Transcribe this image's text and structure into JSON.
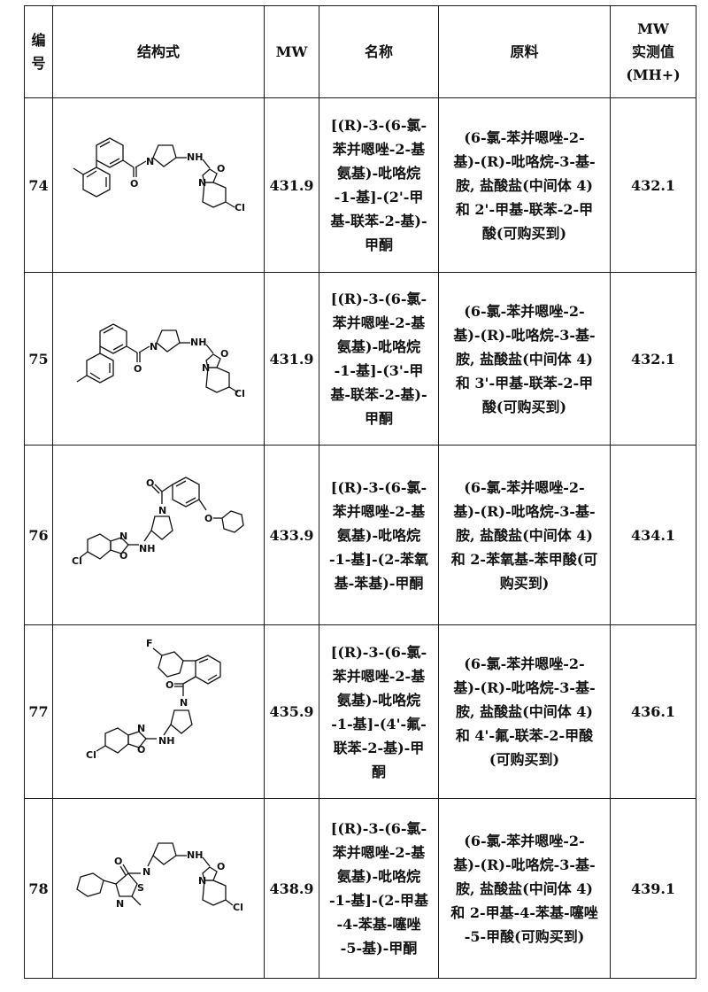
{
  "table": {
    "headers": {
      "num_line1": "编",
      "num_line2": "号",
      "structure": "结构式",
      "mw": "MW",
      "name": "名称",
      "material": "原料",
      "found_line1": "MW",
      "found_line2": "实测值",
      "found_line3": "(MH+)"
    },
    "rows": [
      {
        "num": "74",
        "mw": "431.9",
        "name_lines": [
          "[(R)-3-(6-氯-",
          "苯并嗯唑-2-基",
          "氨基)-吡咯烷",
          "-1-基]-(2'-甲",
          "基-联苯-2-基)-",
          "甲酮"
        ],
        "material_lines": [
          "(6-氯-苯并嗯唑-2-",
          "基)-(R)-吡咯烷-3-基-",
          "胺, 盐酸盐(中间体 4)",
          "和 2'-甲基-联苯-2-甲",
          "酸(可购买到)"
        ],
        "found": "432.1",
        "structure_labels": {
          "nh": "NH",
          "o": "O",
          "n": "N",
          "cl": "Cl",
          "carbonyl_o": "O",
          "ring_n": "N"
        }
      },
      {
        "num": "75",
        "mw": "431.9",
        "name_lines": [
          "[(R)-3-(6-氯-",
          "苯并嗯唑-2-基",
          "氨基)-吡咯烷",
          "-1-基]-(3'-甲",
          "基-联苯-2-基)-",
          "甲酮"
        ],
        "material_lines": [
          "(6-氯-苯并嗯唑-2-",
          "基)-(R)-吡咯烷-3-基-",
          "胺, 盐酸盐(中间体 4)",
          "和 3'-甲基-联苯-2-甲",
          "酸(可购买到)"
        ],
        "found": "432.1",
        "structure_labels": {
          "nh": "NH",
          "o": "O",
          "n": "N",
          "cl": "Cl",
          "carbonyl_o": "O",
          "ring_n": "N"
        }
      },
      {
        "num": "76",
        "mw": "433.9",
        "name_lines": [
          "[(R)-3-(6-氯-",
          "苯并嗯唑-2-基",
          "氨基)-吡咯烷",
          "-1-基]-(2-苯氧",
          "基-苯基)-甲酮"
        ],
        "material_lines": [
          "(6-氯-苯并嗯唑-2-",
          "基)-(R)-吡咯烷-3-基-",
          "胺, 盐酸盐(中间体 4)",
          "和 2-苯氧基-苯甲酸(可",
          "购买到)"
        ],
        "found": "434.1",
        "structure_labels": {
          "nh": "NH",
          "o": "O",
          "n": "N",
          "cl": "Cl",
          "carbonyl_o": "O",
          "ring_n": "N",
          "ether_o": "O"
        }
      },
      {
        "num": "77",
        "mw": "435.9",
        "name_lines": [
          "[(R)-3-(6-氯-",
          "苯并嗯唑-2-基",
          "氨基)-吡咯烷",
          "-1-基]-(4'-氟-",
          "联苯-2-基)-甲",
          "酮"
        ],
        "material_lines": [
          "(6-氯-苯并嗯唑-2-",
          "基)-(R)-吡咯烷-3-基-",
          "胺, 盐酸盐(中间体 4)",
          "和 4'-氟-联苯-2-甲酸",
          "(可购买到)"
        ],
        "found": "436.1",
        "structure_labels": {
          "nh": "NH",
          "o": "O",
          "n": "N",
          "cl": "Cl",
          "carbonyl_o": "O",
          "ring_n": "N",
          "f": "F"
        }
      },
      {
        "num": "78",
        "mw": "438.9",
        "name_lines": [
          "[(R)-3-(6-氯-",
          "苯并嗯唑-2-基",
          "氨基)-吡咯烷",
          "-1-基]-(2-甲基",
          "-4-苯基-噻唑",
          "-5-基)-甲酮"
        ],
        "material_lines": [
          "(6-氯-苯并嗯唑-2-",
          "基)-(R)-吡咯烷-3-基-",
          "胺, 盐酸盐(中间体 4)",
          "和 2-甲基-4-苯基-噻唑",
          "-5-甲酸(可购买到)"
        ],
        "found": "439.1",
        "structure_labels": {
          "nh": "NH",
          "o": "O",
          "n": "N",
          "cl": "Cl",
          "carbonyl_o": "O",
          "ring_n": "N",
          "s": "S",
          "thiazole_n": "N"
        }
      }
    ]
  }
}
